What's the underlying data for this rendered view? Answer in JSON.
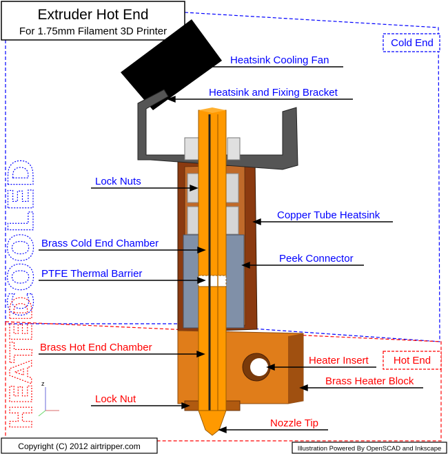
{
  "title": {
    "main": "Extruder Hot End",
    "sub": "For 1.75mm Filament 3D Printer"
  },
  "zones": {
    "cold": {
      "label": "Cold End",
      "vertical": "COOLED"
    },
    "hot": {
      "label": "Hot End",
      "vertical": "HEATED"
    }
  },
  "labels": {
    "heatsink_fan": "Heatsink Cooling Fan",
    "heatsink_bracket": "Heatsink and Fixing Bracket",
    "lock_nuts": "Lock Nuts",
    "copper_tube": "Copper Tube Heatsink",
    "brass_cold_chamber": "Brass Cold End Chamber",
    "peek_connector": "Peek Connector",
    "ptfe_barrier": "PTFE Thermal Barrier",
    "brass_hot_chamber": "Brass Hot End Chamber",
    "heater_insert": "Heater Insert",
    "brass_heater_block": "Brass Heater Block",
    "lock_nut": "Lock Nut",
    "nozzle_tip": "Nozzle Tip"
  },
  "axis_label": "z",
  "footer": {
    "copyright": "Copyright (C) 2012 airtripper.com",
    "credit": "Illustration Powered By OpenSCAD and Inkscape"
  },
  "colors": {
    "cold_label": "#0000ff",
    "hot_label": "#ff0000",
    "orange": "#ff9900",
    "copper": "#8b3a10",
    "bracket": "#555555",
    "fan": "#000000",
    "peek": "#8090a8"
  }
}
